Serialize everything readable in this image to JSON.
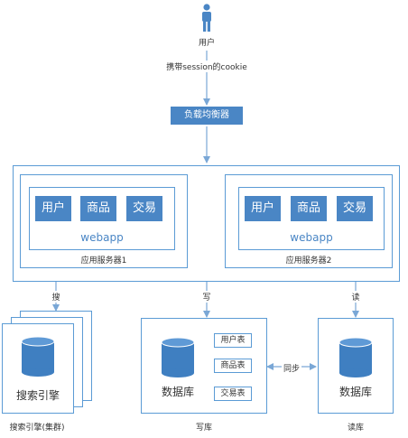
{
  "user": {
    "label": "用户",
    "icon": "person-icon"
  },
  "arrow_labels": {
    "cookie": "携带session的cookie",
    "search": "搜",
    "write": "写",
    "read": "读",
    "sync": "同步"
  },
  "load_balancer": {
    "label": "负载均衡器"
  },
  "app_servers": [
    {
      "modules": [
        "用户",
        "商品",
        "交易"
      ],
      "app": "webapp",
      "caption": "应用服务器1"
    },
    {
      "modules": [
        "用户",
        "商品",
        "交易"
      ],
      "app": "webapp",
      "caption": "应用服务器2"
    }
  ],
  "search_engine": {
    "title": "搜索引擎",
    "caption": "搜索引擎(集群)"
  },
  "write_db": {
    "title": "数据库",
    "tables": [
      "用户表",
      "商品表",
      "交易表"
    ],
    "caption": "写库"
  },
  "read_db": {
    "title": "数据库",
    "caption": "读库"
  },
  "colors": {
    "accent": "#4a86c5",
    "border": "#5b9bd5",
    "cylinder": "#3f7fc1"
  }
}
